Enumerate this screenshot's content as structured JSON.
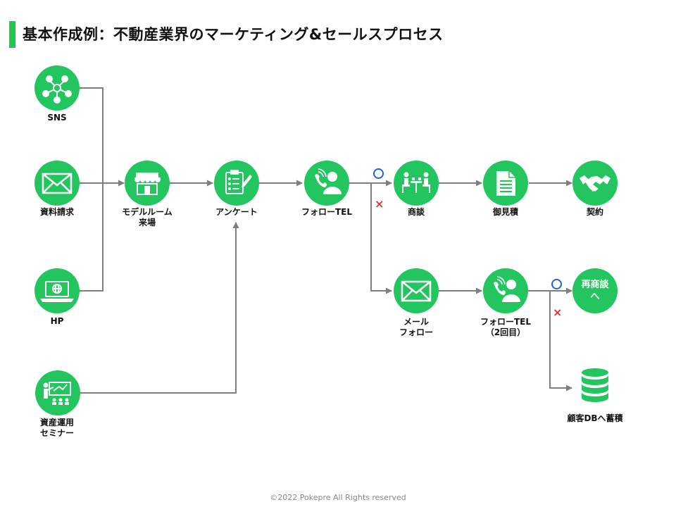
{
  "title": "基本作成例：不動産業界のマーケティング&セールスプロセス",
  "colors": {
    "accent": "#1ec84a",
    "node": "#22c55e",
    "line": "#7f7f7f",
    "ok": "#1f64d6",
    "ng": "#e03030"
  },
  "nodes": {
    "sns": {
      "label": "SNS",
      "icon": "network-icon"
    },
    "shiryo": {
      "label": "資料請求",
      "icon": "envelope-icon"
    },
    "hp": {
      "label": "HP",
      "icon": "laptop-globe-icon"
    },
    "seminar": {
      "label": "資産運用\nセミナー",
      "icon": "presentation-icon"
    },
    "model_room": {
      "label": "モデルルーム\n来場",
      "icon": "store-icon"
    },
    "survey": {
      "label": "アンケート",
      "icon": "clipboard-icon"
    },
    "follow_tel": {
      "label": "フォローTEL",
      "icon": "phone-person-icon"
    },
    "negotiation": {
      "label": "商談",
      "icon": "meeting-icon"
    },
    "estimate": {
      "label": "御見積",
      "icon": "document-icon"
    },
    "contract": {
      "label": "契約",
      "icon": "handshake-icon"
    },
    "mail_follow": {
      "label": "メール\nフォロー",
      "icon": "envelope-icon"
    },
    "follow_tel2": {
      "label": "フォローTEL\n（2回目）",
      "icon": "phone-person-icon"
    },
    "renegotiation": {
      "label": "",
      "inner_text": "再商談\nへ"
    },
    "customer_db": {
      "label": "顧客DBへ蓄積",
      "icon": "database-icon"
    }
  },
  "branch_marks": {
    "ok": "○",
    "ng": "×"
  },
  "footer": "©2022 Pokepre All Rights reserved"
}
